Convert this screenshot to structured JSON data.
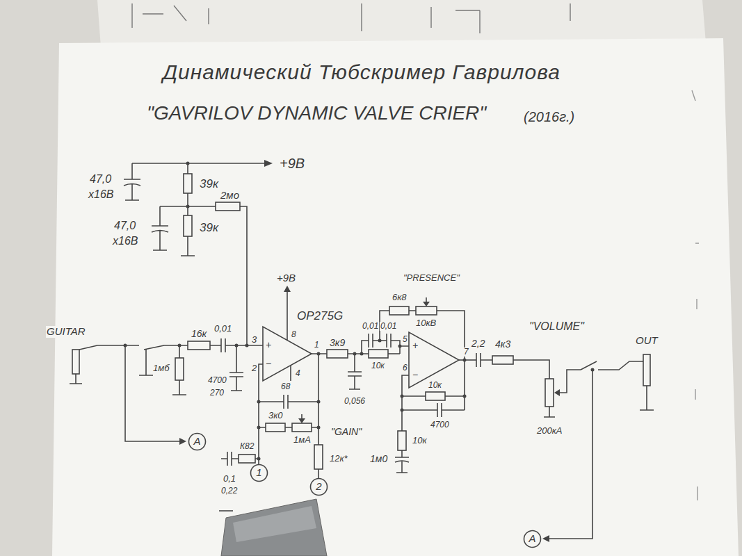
{
  "diagram": {
    "title": "Динамический Тюбскример Гаврилова",
    "nodes": [
      {
        "text": [
          "A"
        ]
      },
      {
        "text": [
          "1"
        ]
      },
      {
        "text": [
          "2"
        ]
      },
      {
        "text": [
          "A"
        ]
      }
    ],
    "labels": [
      "\"GAVRILOV DYNAMIC VALVE CRIER\"",
      "(2016г.)",
      "+9В",
      "47,0",
      "x16В",
      "39к",
      "2мо",
      "47,0",
      "x16В",
      "39к",
      "+9В",
      "OP275G",
      "\"PRESENCE\"",
      "6к8",
      "10кВ",
      "0,01",
      "0,01",
      "2,2",
      "4к3",
      "\"VOLUME\"",
      "OUT",
      "GUITAR",
      "16к",
      "0,01",
      "1мб",
      "4700",
      "270",
      "3",
      "2",
      "8",
      "4",
      "1",
      "+",
      "−",
      "3к9",
      "0,056",
      "10к",
      "5",
      "6",
      "7",
      "+",
      "−",
      "10к",
      "10к",
      "4700",
      "1м0",
      "68",
      "3к0",
      "1мА",
      "\"GAIN\"",
      "К82",
      "12к*",
      "0,1",
      "0,22",
      "200кА"
    ]
  }
}
